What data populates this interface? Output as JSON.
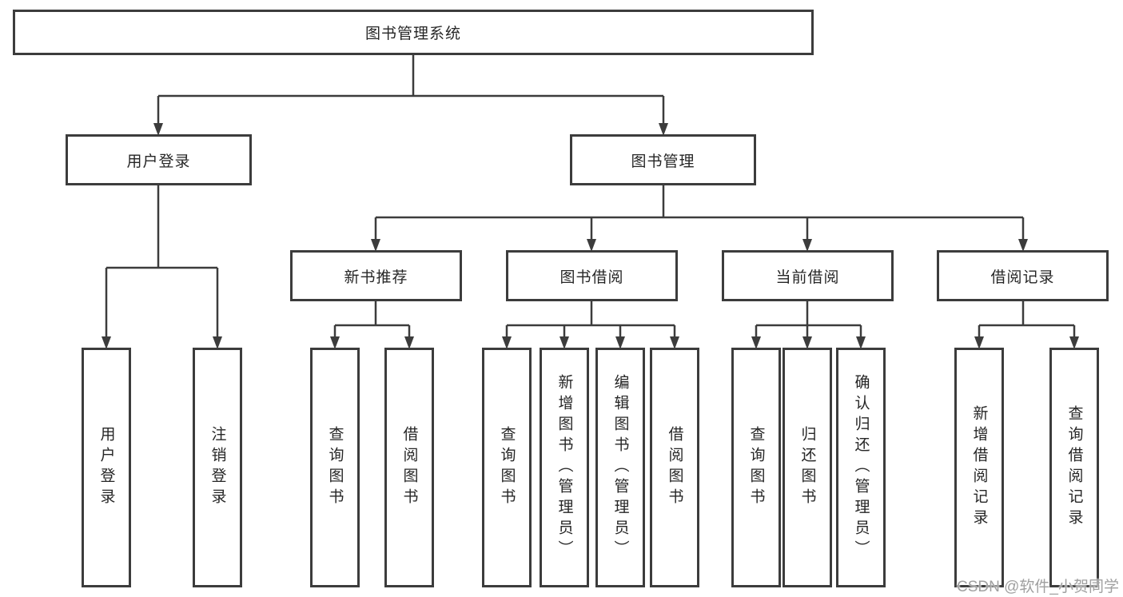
{
  "tree": {
    "root": "图书管理系统",
    "children": [
      {
        "label": "用户登录",
        "children": [
          "用户登录",
          "注销登录"
        ]
      },
      {
        "label": "图书管理",
        "children": [
          {
            "label": "新书推荐",
            "children": [
              "查询图书",
              "借阅图书"
            ]
          },
          {
            "label": "图书借阅",
            "children": [
              "查询图书",
              "新增图书（管理员）",
              "编辑图书（管理员）",
              "借阅图书"
            ]
          },
          {
            "label": "当前借阅",
            "children": [
              "查询图书",
              "归还图书",
              "确认归还（管理员）"
            ]
          },
          {
            "label": "借阅记录",
            "children": [
              "新增借阅记录",
              "查询借阅记录"
            ]
          }
        ]
      }
    ]
  },
  "watermark": "CSDN @软件_小贺同学",
  "colors": {
    "line": "#3c3c3c",
    "text": "#262626",
    "background": "#ffffff",
    "watermark": "#a0a0a0"
  }
}
